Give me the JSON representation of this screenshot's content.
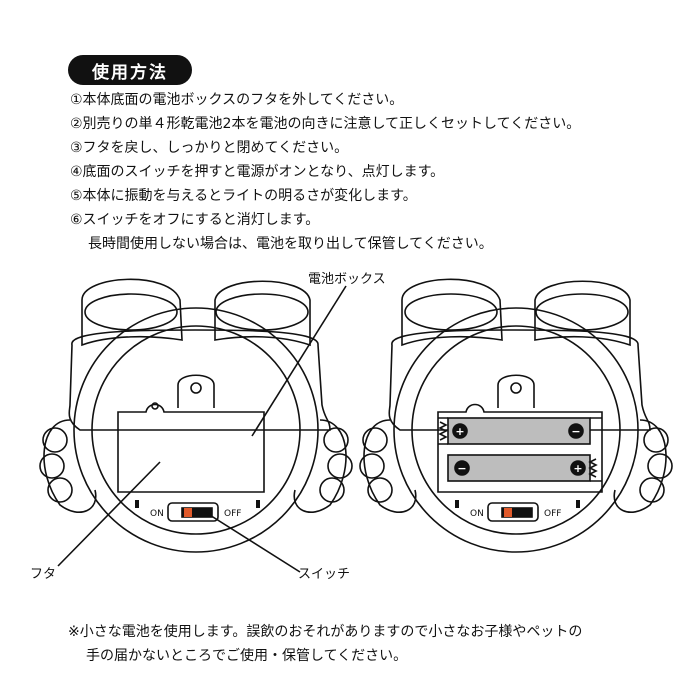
{
  "heading": "使用方法",
  "steps": [
    "①本体底面の電池ボックスのフタを外してください。",
    "②別売りの単４形乾電池2本を電池の向きに注意して正しくセットしてください。",
    "③フタを戻し、しっかりと閉めてください。",
    "④底面のスイッチを押すと電源がオンとなり、点灯します。",
    "⑤本体に振動を与えるとライトの明るさが変化します。",
    "⑥スイッチをオフにすると消灯します。",
    "長時間使用しない場合は、電池を取り出して保管してください。"
  ],
  "diagram": {
    "label_battery_box": "電池ボックス",
    "label_lid": "フタ",
    "label_switch": "スイッチ",
    "switch_on": "ON",
    "switch_off": "OFF",
    "plus": "+",
    "minus": "−"
  },
  "caution": [
    "※小さな電池を使用します。誤飲のおそれがありますので小さなお子様やペットの",
    "手の届かないところでご使用・保管してください。"
  ]
}
